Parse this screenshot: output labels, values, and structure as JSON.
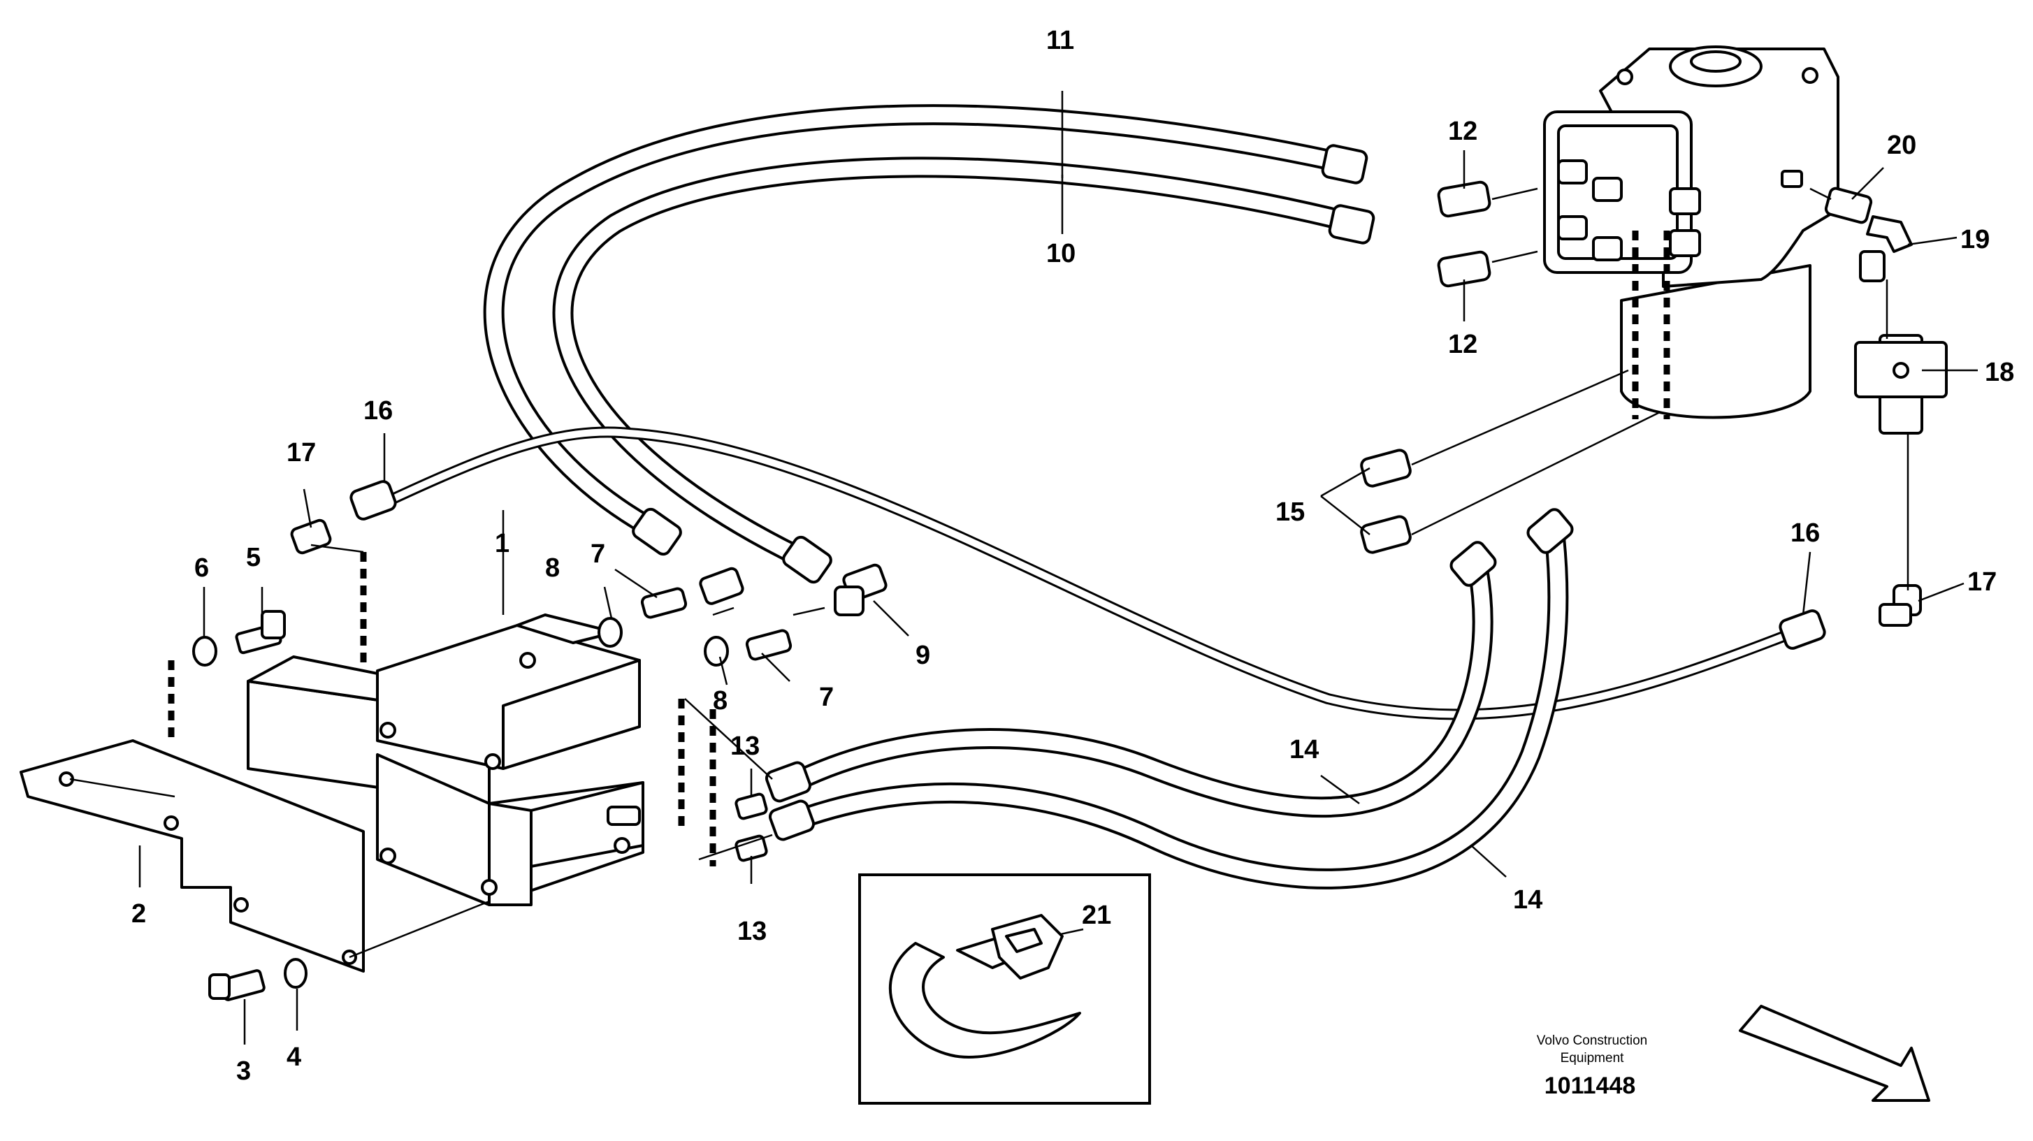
{
  "callouts": {
    "c1": "1",
    "c2": "2",
    "c3": "3",
    "c4": "4",
    "c5": "5",
    "c6": "6",
    "c7a": "7",
    "c7b": "7",
    "c8a": "8",
    "c8b": "8",
    "c9": "9",
    "c10": "10",
    "c11": "11",
    "c12a": "12",
    "c12b": "12",
    "c13a": "13",
    "c13b": "13",
    "c14a": "14",
    "c14b": "14",
    "c15": "15",
    "c16a": "16",
    "c16b": "16",
    "c17a": "17",
    "c17b": "17",
    "c18": "18",
    "c19": "19",
    "c20": "20",
    "c21": "21"
  },
  "footer": {
    "brand_line1": "Volvo Construction",
    "brand_line2": "Equipment",
    "drawing_number": "1011448"
  },
  "colors": {
    "ink": "#000000",
    "paper": "#ffffff"
  }
}
